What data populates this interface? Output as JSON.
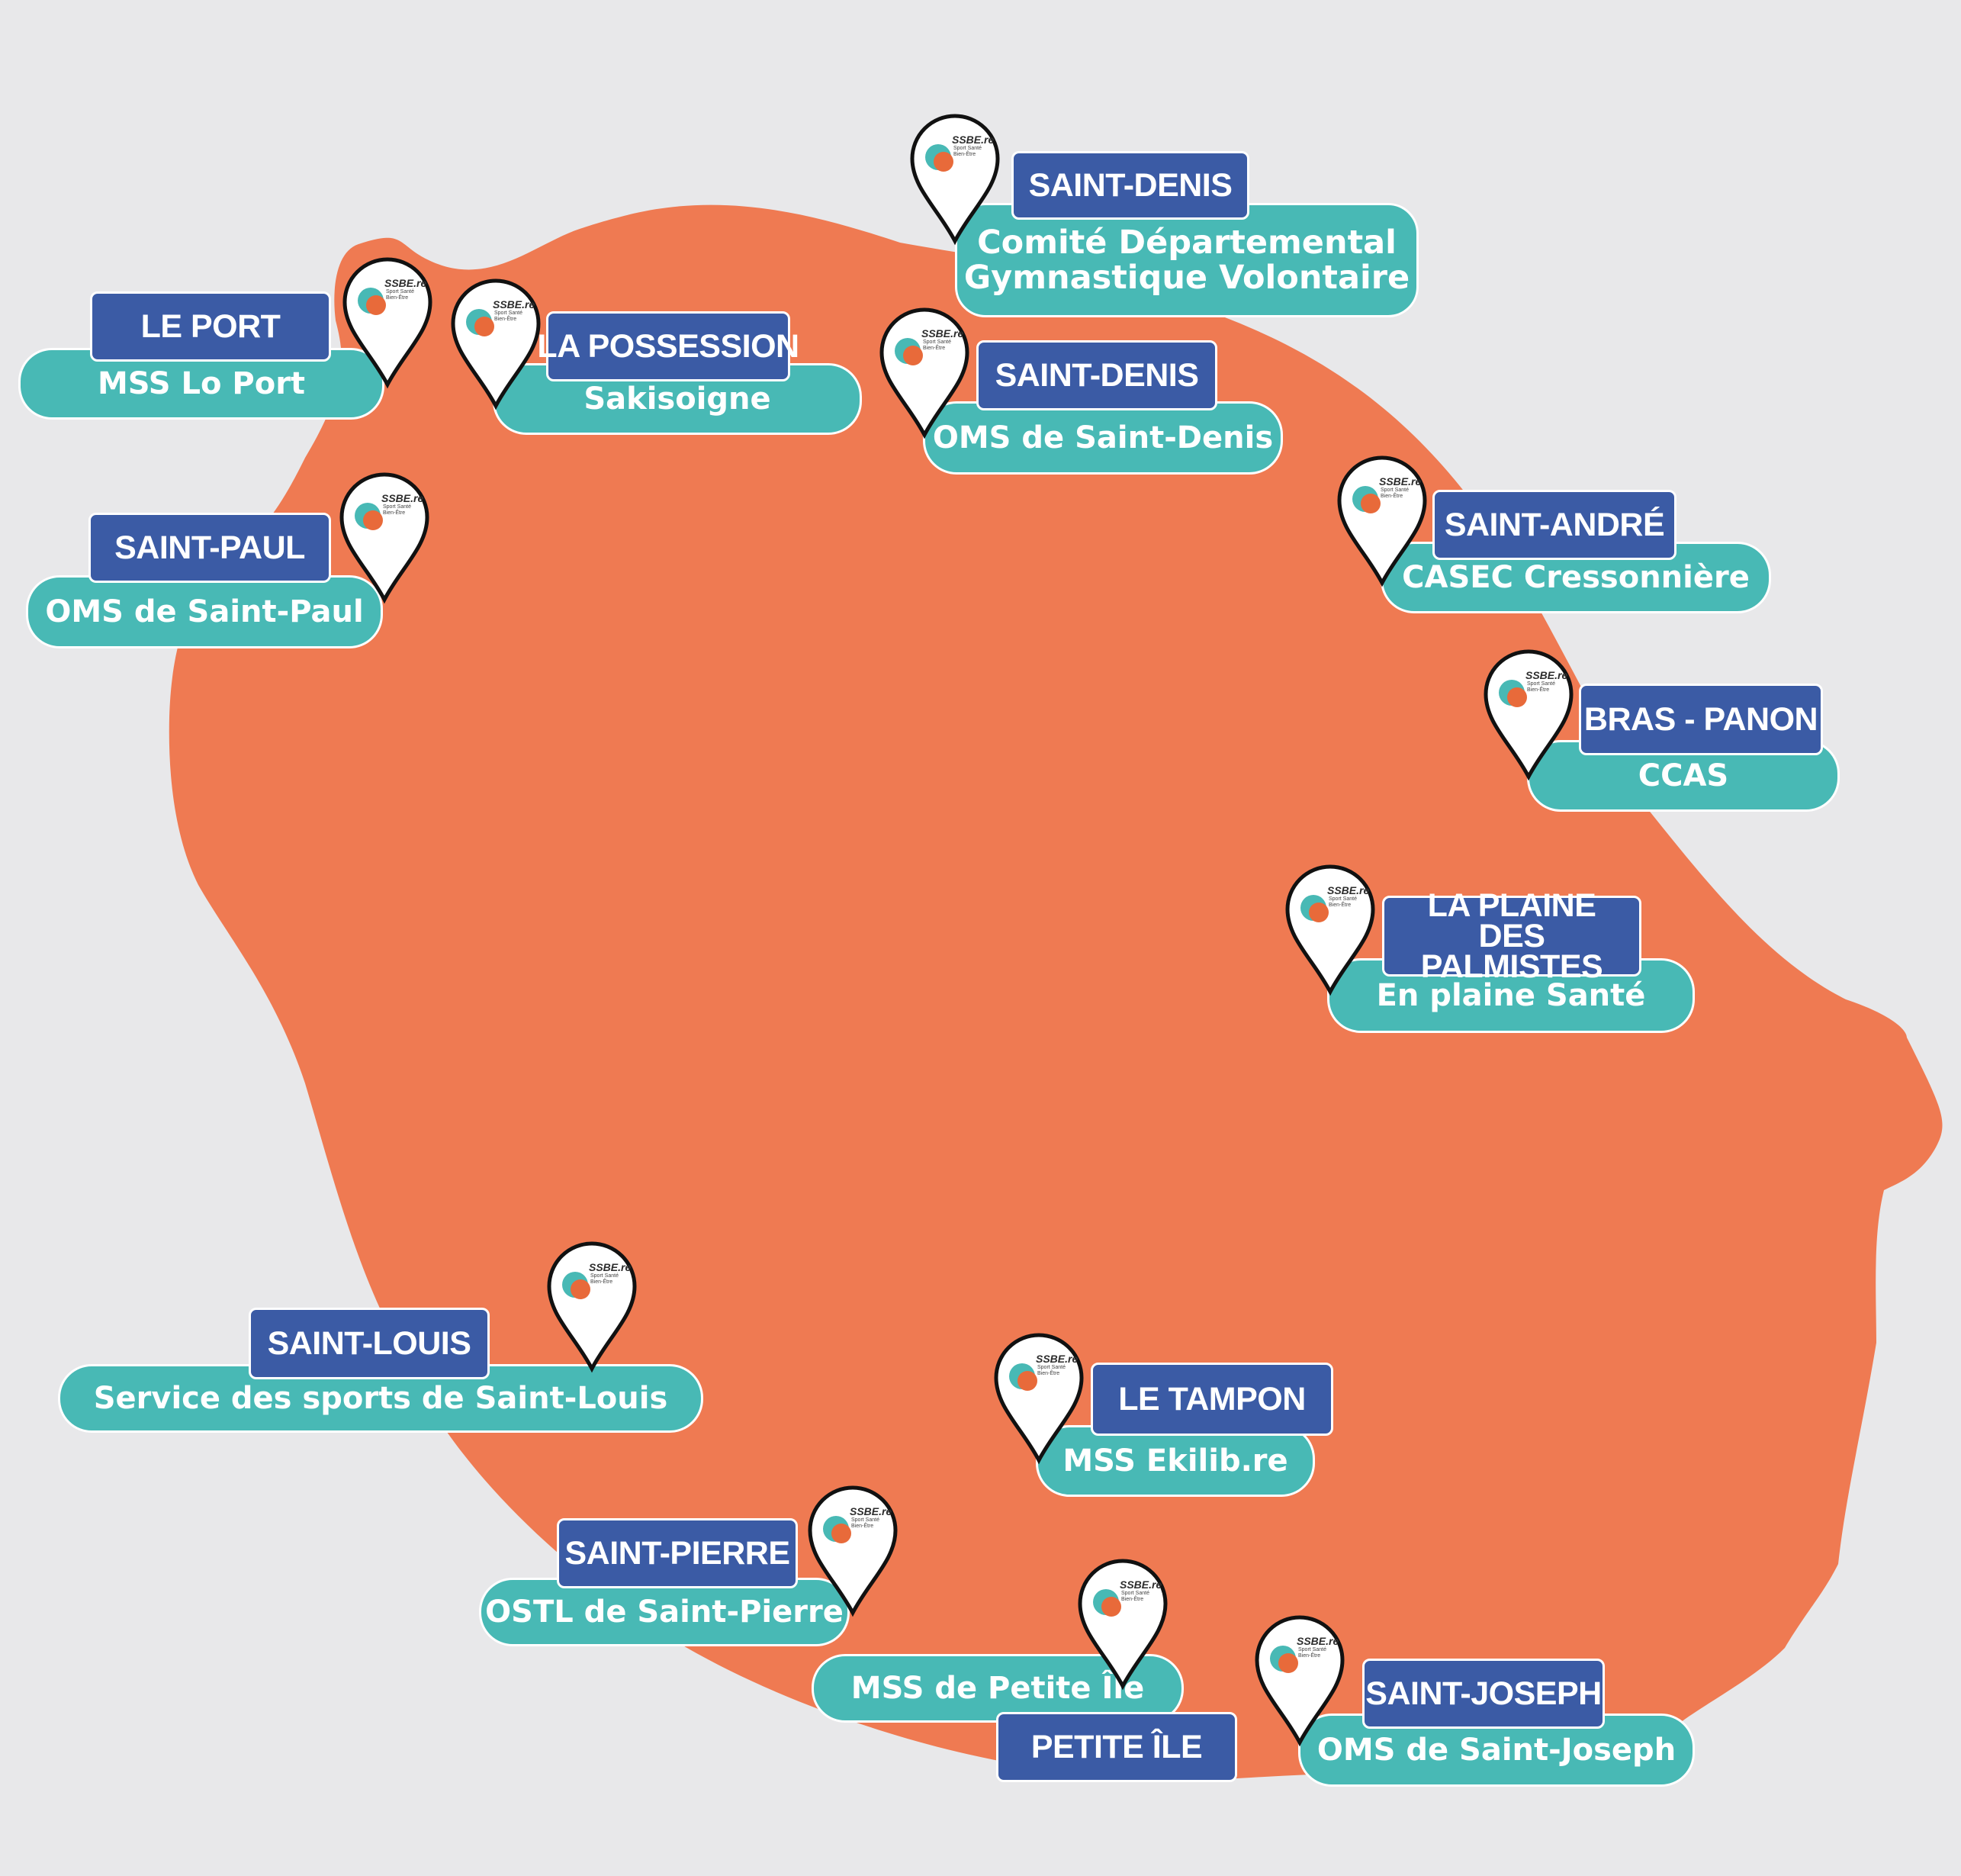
{
  "colors": {
    "background": "#e8e8ea",
    "island": "#ef7a52",
    "city_label": "#3b5ba5",
    "org_label": "#48b9b5",
    "pin_fill": "#ffffff",
    "pin_stroke": "#111111"
  },
  "pin_logo": {
    "brand": "SSBE.re",
    "tagline": "Sport Santé Bien-Être"
  },
  "locations": [
    {
      "city": "SAINT-DENIS",
      "org": "Comité Départemental Gymnastique Volontaire",
      "icon": "map-pin-icon"
    },
    {
      "city": "LE PORT",
      "org": "MSS Lo Port",
      "icon": "map-pin-icon"
    },
    {
      "city": "LA POSSESSION",
      "org": "Sakisoigne",
      "icon": "map-pin-icon"
    },
    {
      "city": "SAINT-DENIS",
      "org": "OMS de Saint-Denis",
      "icon": "map-pin-icon"
    },
    {
      "city": "SAINT-PAUL",
      "org": "OMS de Saint-Paul",
      "icon": "map-pin-icon"
    },
    {
      "city": "SAINT-ANDRÉ",
      "org": "CASEC Cressonnière",
      "icon": "map-pin-icon"
    },
    {
      "city": "BRAS - PANON",
      "org": "CCAS",
      "icon": "map-pin-icon"
    },
    {
      "city": "LA PLAINE DES PALMISTES",
      "org": "En plaine Santé",
      "icon": "map-pin-icon"
    },
    {
      "city": "SAINT-LOUIS",
      "org": "Service des sports  de Saint-Louis",
      "icon": "map-pin-icon"
    },
    {
      "city": "LE TAMPON",
      "org": "MSS Ekilib.re",
      "icon": "map-pin-icon"
    },
    {
      "city": "SAINT-PIERRE",
      "org": "OSTL de Saint-Pierre",
      "icon": "map-pin-icon"
    },
    {
      "city": "PETITE ÎLE",
      "org": "MSS de Petite Île",
      "icon": "map-pin-icon"
    },
    {
      "city": "SAINT-JOSEPH",
      "org": "OMS de Saint-Joseph",
      "icon": "map-pin-icon"
    }
  ]
}
